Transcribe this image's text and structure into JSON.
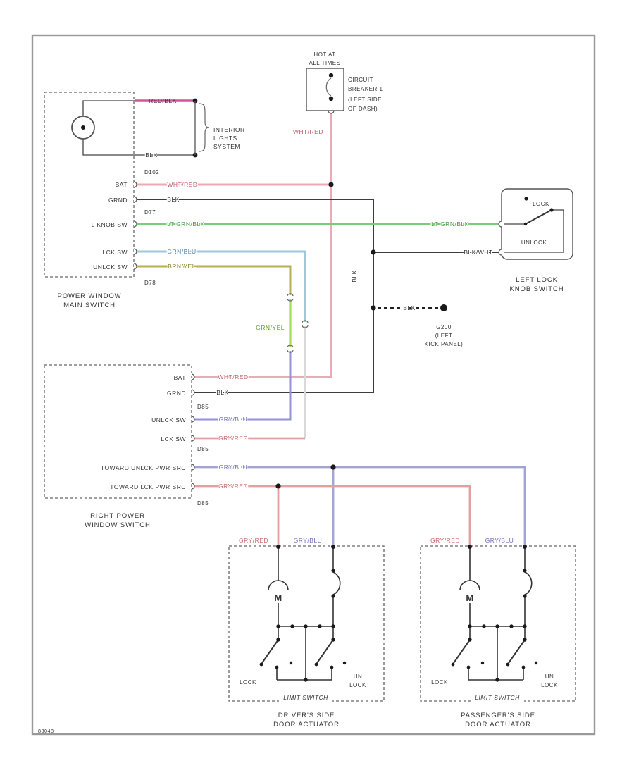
{
  "colors": {
    "wht_red_wire": "#eaacb4",
    "blk_wire": "#3d3d3d",
    "lt_grn_blk_wire": "#79cc79",
    "grn_blu_wire": "#9fc8d8",
    "brn_yel_wire": "#b9ae55",
    "grn_yel_wire": "#a6d95c",
    "blu_wire": "#9292dc",
    "wht_wire": "#d9d9d9",
    "gry_blu_wire": "#a3a3d6",
    "gry_red_wire": "#e4a0a0",
    "interior_feed_wire": "#d4549c"
  },
  "header": {
    "hot1": "HOT AT",
    "hot2": "ALL TIMES",
    "cb1": "CIRCUIT",
    "cb2": "BREAKER 1",
    "cb3": "(LEFT SIDE",
    "cb4": "OF DASH)",
    "feed_wire": "WHT/RED"
  },
  "interior": {
    "l1": "INTERIOR",
    "l2": "LIGHTS",
    "l3": "SYSTEM",
    "top_wire": "RED/BLK",
    "bot_wire": "BLK",
    "connector": "D102"
  },
  "main_switch": {
    "pin_bat": "BAT",
    "pin_grnd": "GRND",
    "pin_knob": "L KNOB SW",
    "pin_lck": "LCK SW",
    "pin_unlck": "UNLCK SW",
    "w_bat": "WHT/RED",
    "w_grnd": "BLK",
    "w_knob": "LT GRN/BLK",
    "w_knob2": "LT GRN/BLK",
    "w_lck": "GRN/BLU",
    "w_unlck": "BRN/YEL",
    "conn_top": "D77",
    "conn_bot": "D78",
    "name1": "POWER WINDOW",
    "name2": "MAIN SWITCH"
  },
  "knob_switch": {
    "lock": "LOCK",
    "unlock": "UNLOCK",
    "w_gnd": "BLK/WHT",
    "name1": "LEFT LOCK",
    "name2": "KNOB SWITCH"
  },
  "ground": {
    "w1": "BLK",
    "w2": "BLK",
    "g1": "G200",
    "g2": "(LEFT",
    "g3": "KICK PANEL)"
  },
  "links": {
    "grn_yel": "GRN/YEL"
  },
  "right_switch": {
    "pin_bat": "BAT",
    "pin_grnd": "GRND",
    "pin_unlck": "UNLCK SW",
    "pin_lck": "LCK SW",
    "pin_tu": "TOWARD UNLCK PWR SRC",
    "pin_tl": "TOWARD LCK PWR SRC",
    "w_bat": "WHT/RED",
    "w_grnd": "BLK",
    "w_unlck": "GRY/BLU",
    "w_lck": "GRY/RED",
    "w_tu": "GRY/BLU",
    "w_tl": "GRY/RED",
    "conn1": "D85",
    "conn2": "D85",
    "conn3": "D85",
    "name1": "RIGHT POWER",
    "name2": "WINDOW SWITCH"
  },
  "driver_actuator": {
    "w_red": "GRY/RED",
    "w_blu": "GRY/BLU",
    "motor": "M",
    "lock": "LOCK",
    "un": "UN",
    "lock2": "LOCK",
    "limit": "LIMIT SWITCH",
    "name1": "DRIVER'S SIDE",
    "name2": "DOOR ACTUATOR"
  },
  "passenger_actuator": {
    "w_red": "GRY/RED",
    "w_blu": "GRY/BLU",
    "motor": "M",
    "lock": "LOCK",
    "un": "UN",
    "lock2": "LOCK",
    "limit": "LIMIT SWITCH",
    "name1": "PASSENGER'S SIDE",
    "name2": "DOOR ACTUATOR"
  },
  "footer": {
    "code": "88048"
  }
}
